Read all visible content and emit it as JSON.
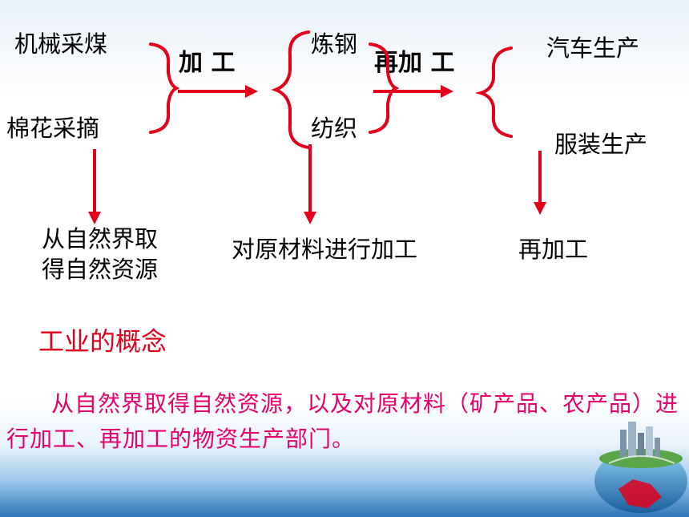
{
  "colors": {
    "arrow": "#e3001b",
    "brace": "#e3001b",
    "heading": "#e3001b",
    "definition": "#e6006e"
  },
  "flow": {
    "raw_1": "机械采煤",
    "raw_2": "棉花采摘",
    "process_1": "加 工",
    "mid_1": "炼钢",
    "mid_2": "纺织",
    "process_2": "再加 工",
    "final_1": "汽车生产",
    "final_2": "服装生产"
  },
  "stages": {
    "stage_1_line1": "从自然界取",
    "stage_1_line2": "得自然资源",
    "stage_2": "对原材料进行加工",
    "stage_3": "再加工"
  },
  "concept": {
    "heading": "工业的概念",
    "definition": "从自然界取得自然资源，以及对原材料（矿产品、农产品）进行加工、再加工的物资生产部门。"
  },
  "decoration": {
    "image": "globe-city-icon"
  }
}
